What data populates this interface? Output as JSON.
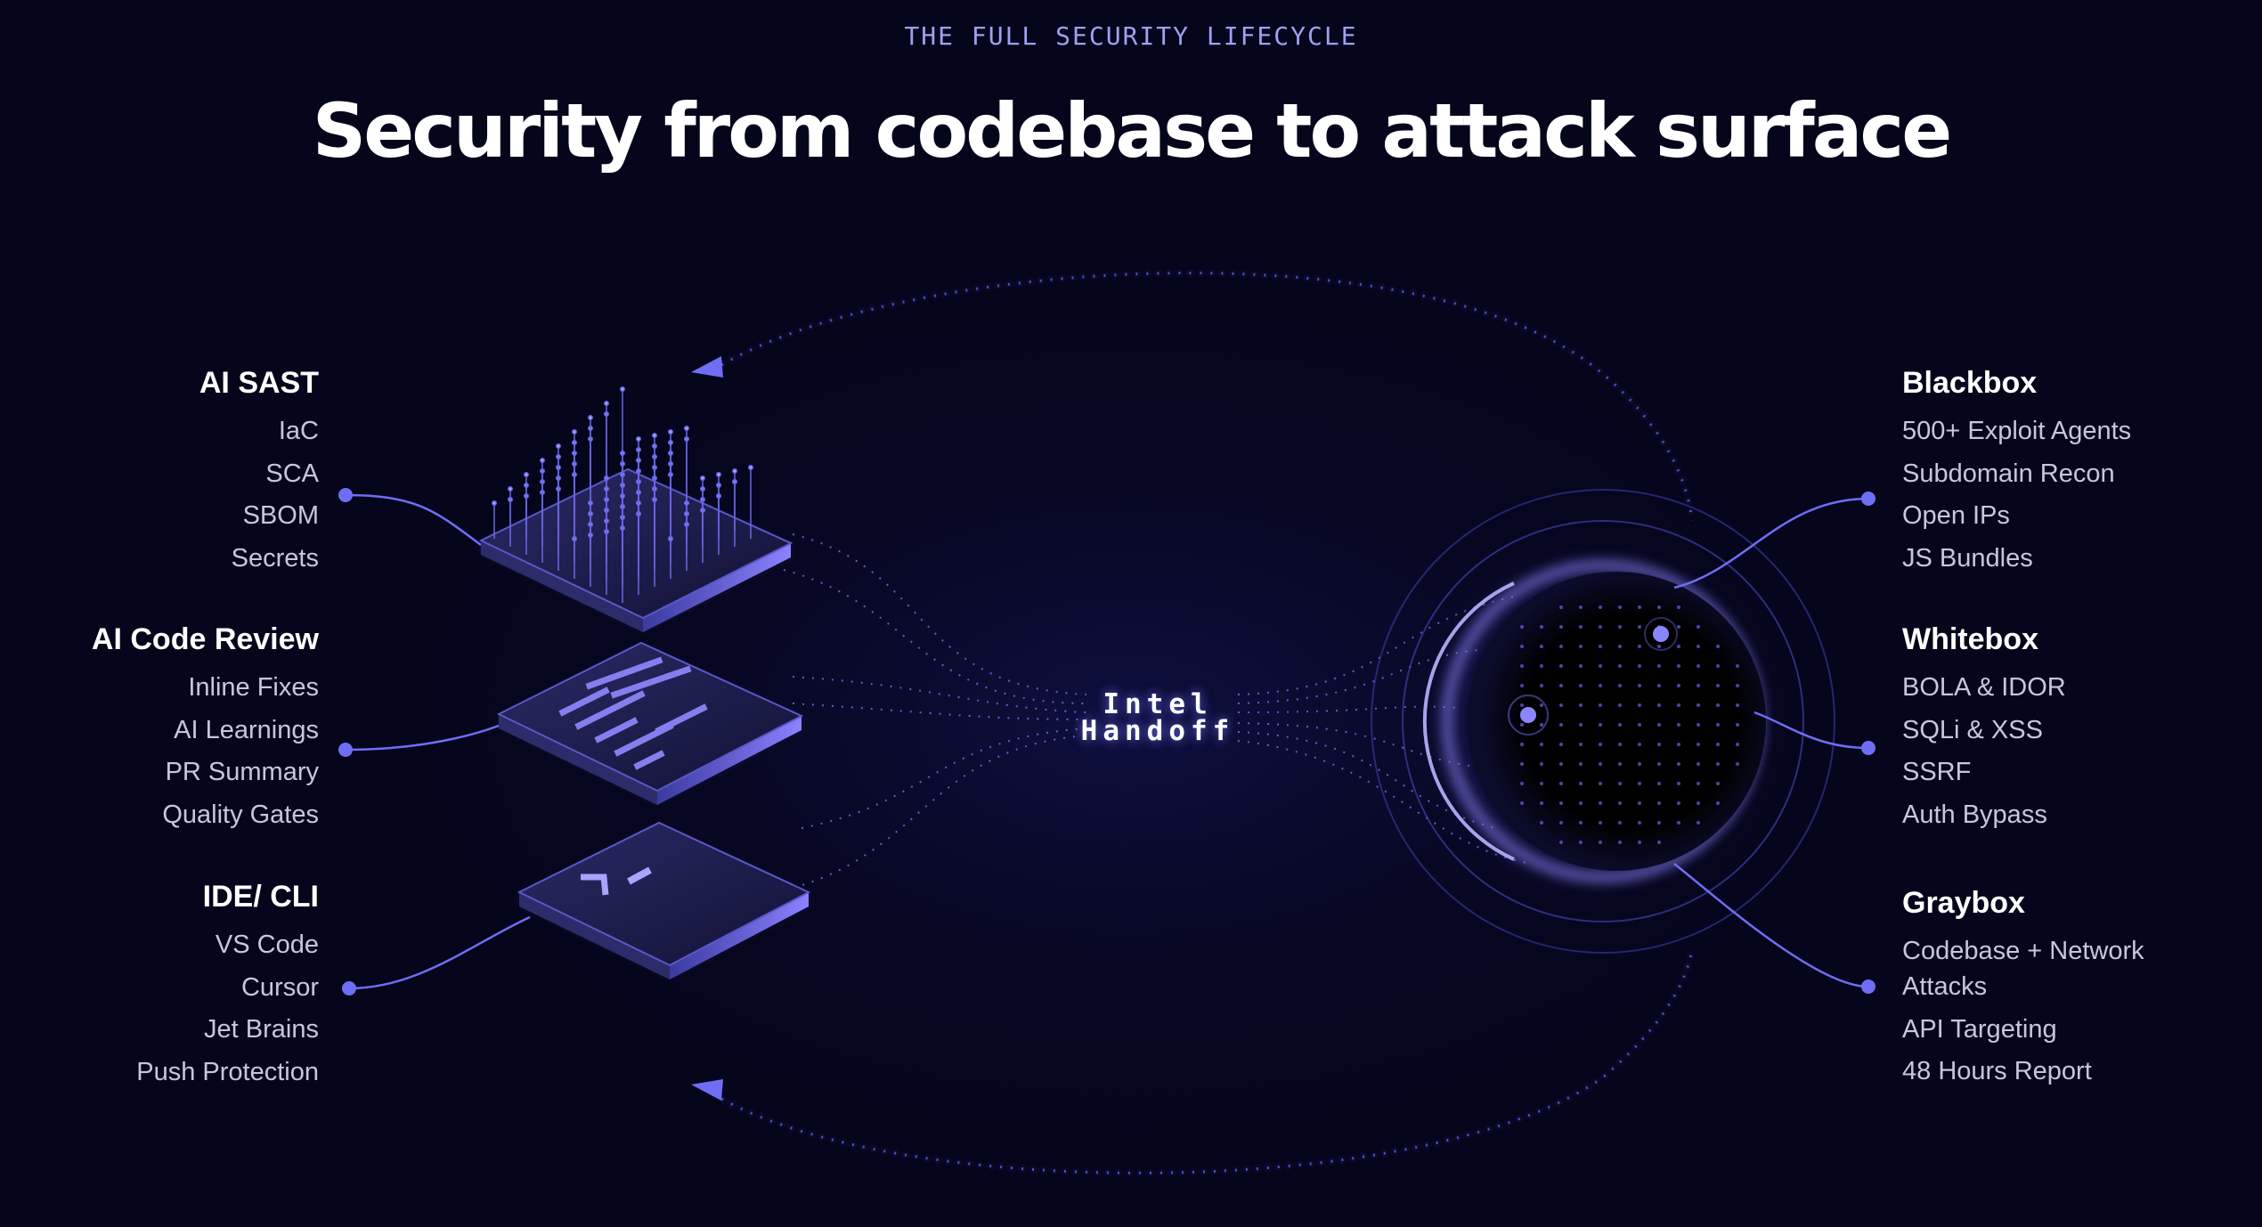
{
  "eyebrow": "THE FULL SECURITY LIFECYCLE",
  "headline": "Security from codebase to attack surface",
  "center_label": {
    "line1": "Intel",
    "line2": "Handoff"
  },
  "left_groups": [
    {
      "title": "AI SAST",
      "items": [
        "IaC",
        "SCA",
        "SBOM",
        "Secrets"
      ]
    },
    {
      "title": "AI Code Review",
      "items": [
        "Inline Fixes",
        "AI Learnings",
        "PR Summary",
        "Quality Gates"
      ]
    },
    {
      "title": "IDE/ CLI",
      "items": [
        "VS Code",
        "Cursor",
        "Jet Brains",
        "Push Protection"
      ]
    }
  ],
  "right_groups": [
    {
      "title": "Blackbox",
      "items": [
        "500+ Exploit Agents",
        "Subdomain Recon",
        "Open IPs",
        "JS Bundles"
      ]
    },
    {
      "title": "Whitebox",
      "items": [
        "BOLA & IDOR",
        "SQLi & XSS",
        "SSRF",
        "Auth Bypass"
      ]
    },
    {
      "title": "Graybox",
      "items": [
        "Codebase + Network Attacks",
        "API Targeting",
        "48 Hours Report"
      ]
    }
  ],
  "colors": {
    "background": "#05051c",
    "accent": "#6e6ef5",
    "eyebrow": "#9fa0f2",
    "item_text": "#c7c7dc"
  }
}
